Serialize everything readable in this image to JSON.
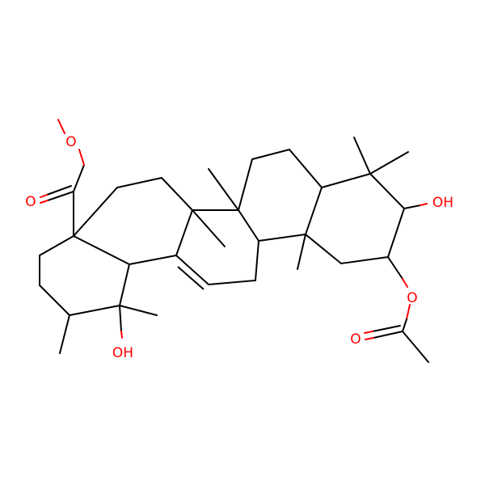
{
  "molecule": {
    "colors": {
      "bond": "#000000",
      "oxygen": "#ff0000",
      "background": "#ffffff"
    },
    "atom_labels": {
      "ester_ether_oxygen": "O",
      "ester_carbonyl_oxygen": "O",
      "hydroxyl_top_right": "OH",
      "hydroxyl_bottom_left": "OH",
      "acetoxy_ether_oxygen": "O",
      "acetoxy_carbonyl_oxygen": "O"
    }
  }
}
